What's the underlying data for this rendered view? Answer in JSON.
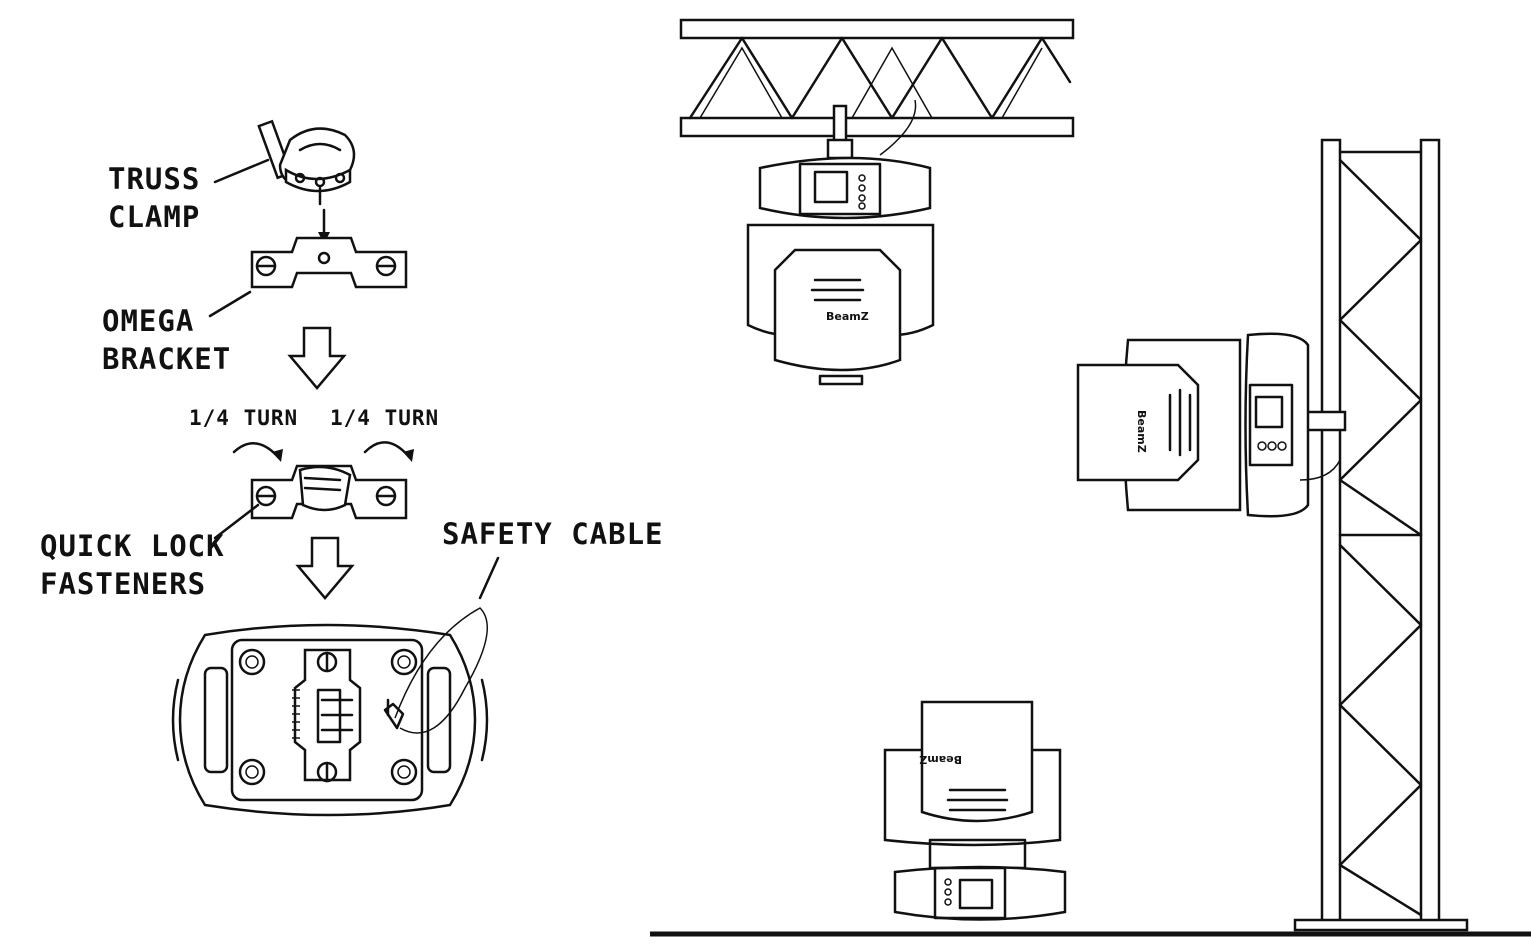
{
  "labels": {
    "truss_clamp": [
      "TRUSS",
      "CLAMP"
    ],
    "omega_bracket": [
      "OMEGA",
      "BRACKET"
    ],
    "quarter_turn_left": "1/4 TURN",
    "quarter_turn_right": "1/4 TURN",
    "quick_lock": [
      "QUICK LOCK",
      "FASTENERS"
    ],
    "safety_cable": "SAFETY CABLE"
  },
  "brand_text": "BeamZ"
}
